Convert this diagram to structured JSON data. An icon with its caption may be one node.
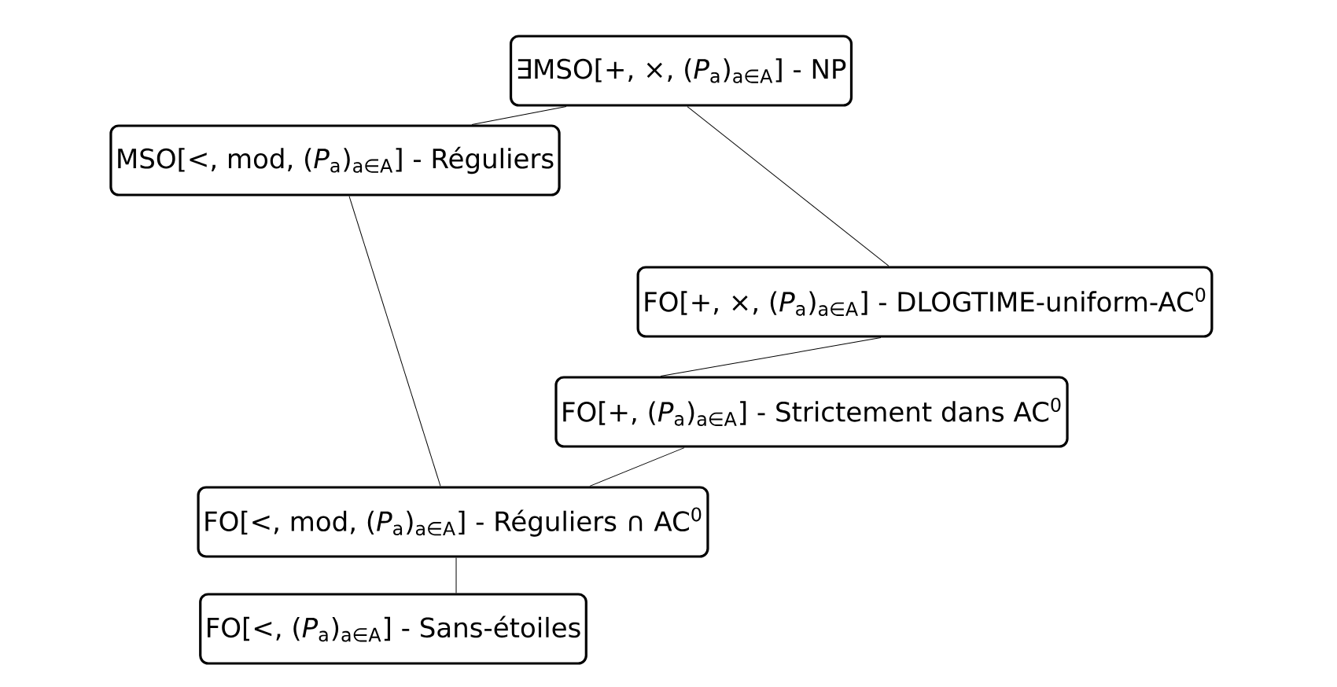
{
  "diagram": {
    "nodes": [
      {
        "text": [
          "∃MSO[+, ×, (*P*$_{a}$)$_{a∈A}$] - NP"
        ]
      },
      {
        "text": [
          "MSO[<, mod, (*P*$_{a}$)$_{a∈A}$] - Réguliers"
        ]
      },
      {
        "text": [
          "FO[+, ×, (*P*$_{a}$)$_{a∈A}$] - DLOGTIME-uniform-AC$^{0}$"
        ]
      },
      {
        "text": [
          "FO[+, (*P*$_{a}$)$_{a∈A}$] - Strictement dans AC$^{0}$"
        ]
      },
      {
        "text": [
          "FO[<, mod, (*P*$_{a}$)$_{a∈A}$] - Réguliers ∩ AC$^{0}$"
        ]
      },
      {
        "text": [
          "FO[<, (*P*$_{a}$)$_{a∈A}$] - Sans-étoiles"
        ]
      }
    ],
    "edges": [
      {
        "from": 0,
        "to": 1,
        "arrow": "none"
      },
      {
        "from": 0,
        "to": 2,
        "arrow": "none"
      },
      {
        "from": 1,
        "to": 4,
        "arrow": "none"
      },
      {
        "from": 2,
        "to": 3,
        "arrow": "none"
      },
      {
        "from": 3,
        "to": 4,
        "arrow": "none"
      },
      {
        "from": 4,
        "to": 5,
        "arrow": "none"
      }
    ]
  }
}
